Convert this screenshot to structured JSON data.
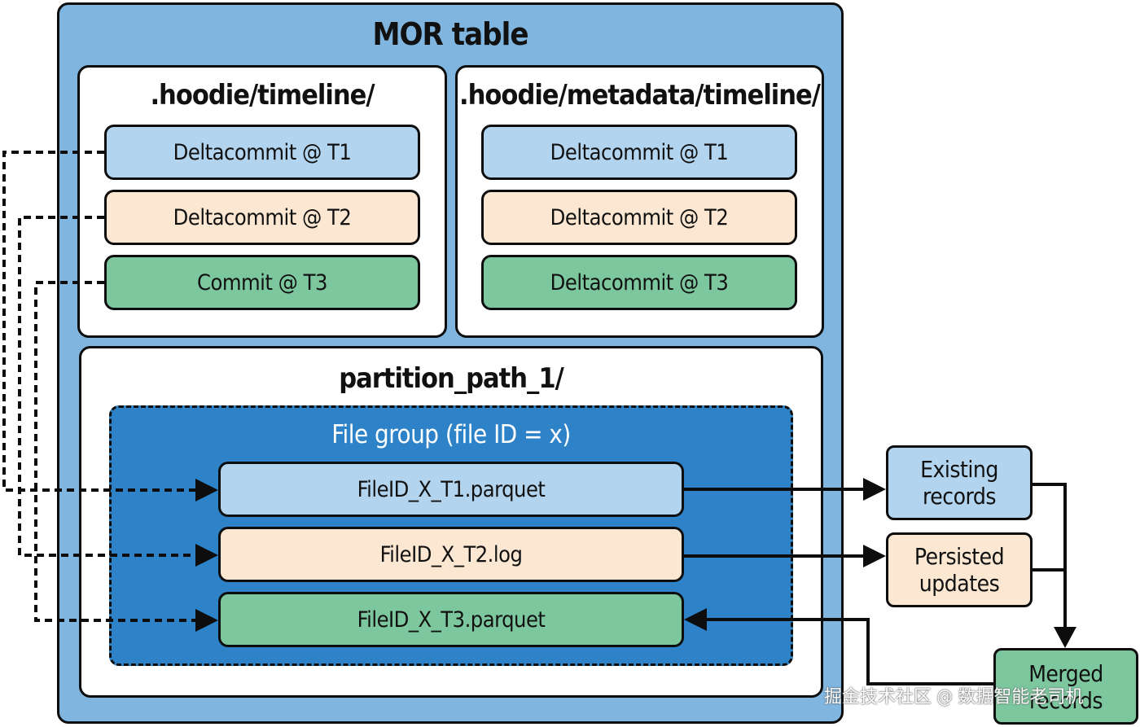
{
  "mor_table": {
    "title": "MOR table",
    "timeline": {
      "title": ".hoodie/timeline/",
      "items": [
        "Deltacommit @ T1",
        "Deltacommit @ T2",
        "Commit @ T3"
      ]
    },
    "metadata_timeline": {
      "title": ".hoodie/metadata/timeline/",
      "items": [
        "Deltacommit @ T1",
        "Deltacommit @ T2",
        "Deltacommit @ T3"
      ]
    },
    "partition": {
      "title": "partition_path_1/",
      "file_group": {
        "title": "File group (file ID = x)",
        "files": [
          "FileID_X_T1.parquet",
          "FileID_X_T2.log",
          "FileID_X_T3.parquet"
        ]
      }
    }
  },
  "outputs": {
    "existing_records": "Existing records",
    "persisted_updates": "Persisted updates",
    "merged_records": "Merged records"
  },
  "colors": {
    "table_bg": "#7fb5de",
    "file_group_bg": "#2e83c8",
    "t1": "#b3d4ee",
    "t2": "#fce8d2",
    "t3": "#7dc79e"
  },
  "watermark": "掘金技术社区 @ 数据智能老司机"
}
